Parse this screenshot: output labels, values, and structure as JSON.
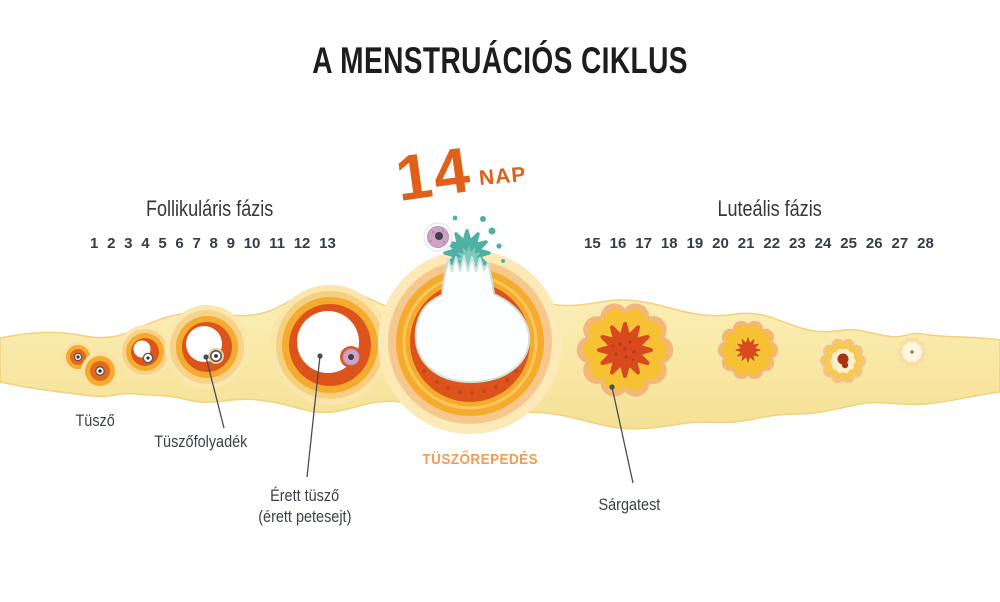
{
  "title": "A MENSTRUÁCIÓS CIKLUS",
  "ovulation_marker": {
    "number": "14",
    "unit": "NAP"
  },
  "phases": {
    "follicular": "Follikuláris fázis",
    "luteal": "Luteális fázis"
  },
  "days": {
    "follicular": [
      "1",
      "2",
      "3",
      "4",
      "5",
      "6",
      "7",
      "8",
      "9",
      "10",
      "11",
      "12",
      "13"
    ],
    "luteal": [
      "15",
      "16",
      "17",
      "18",
      "19",
      "20",
      "21",
      "22",
      "23",
      "24",
      "25",
      "26",
      "27",
      "28"
    ]
  },
  "annotations": {
    "follicle": "Tüsző",
    "follicular_fluid": "Tüszőfolyadék",
    "mature_follicle": "Érett tüsző",
    "mature_follicle_sub": "(érett petesejt)",
    "rupture": "TÜSZŐREPEDÉS",
    "corpus_luteum": "Sárgatest"
  },
  "colors": {
    "accent_orange": "#e0601a",
    "rupture_label_orange": "#ef9d52",
    "day_number_dark": "#353c47",
    "band_yellow": "#f9e9a8",
    "ring_gold": "#f5ab2e",
    "ring_dark_orange": "#dd531c",
    "corpus_luteum_gold": "#f6c233",
    "corpus_luteum_red": "#d8491d",
    "splash_teal": "#4fb1a4",
    "egg_mauve": "#cda4c5"
  }
}
